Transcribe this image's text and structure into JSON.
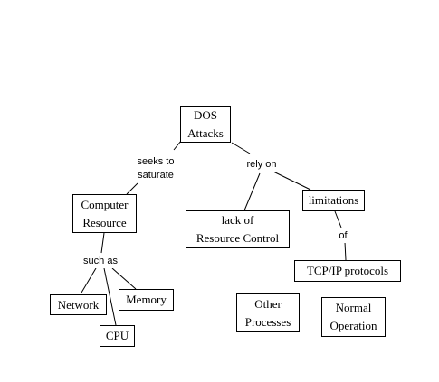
{
  "concepts": {
    "dos_attacks": "DOS\nAttacks",
    "computer_resource": "Computer\nResource",
    "lack_of_resource_control": "lack of\nResource Control",
    "limitations": "limitations",
    "tcpip_protocols": "TCP/IP protocols",
    "network": "Network",
    "memory": "Memory",
    "cpu": "CPU",
    "other_processes": "Other\nProcesses",
    "normal_operation": "Normal\nOperation"
  },
  "linking_phrases": {
    "seeks_to_saturate": "seeks to\nsaturate",
    "rely_on": "rely on",
    "of": "of",
    "such_as": "such as"
  },
  "colors": {
    "line": "#000000",
    "background": "#ffffff"
  }
}
